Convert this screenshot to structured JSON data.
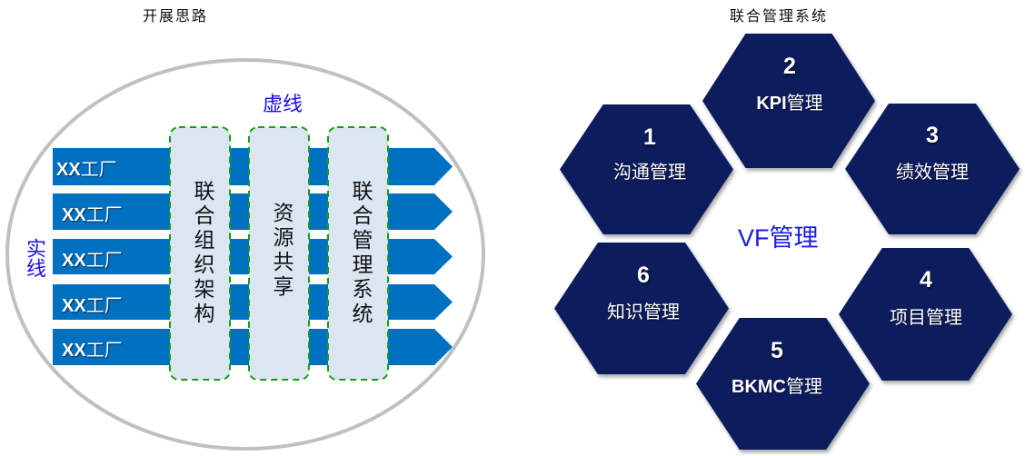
{
  "left_panel": {
    "title": "开展思路",
    "virtual_line_label": "虚线",
    "solid_line_label": "实线",
    "factories": [
      {
        "prefix": "XX",
        "suffix": "工厂"
      },
      {
        "prefix": "XX",
        "suffix": "工厂"
      },
      {
        "prefix": "XX",
        "suffix": "工厂"
      },
      {
        "prefix": "XX",
        "suffix": "工厂"
      },
      {
        "prefix": "XX",
        "suffix": "工厂"
      }
    ],
    "columns": [
      "联合组织架构",
      "资源共享",
      "联合管理系统"
    ]
  },
  "right_panel": {
    "title": "联合管理系统",
    "center": {
      "prefix": "VF",
      "suffix": "管理"
    },
    "hexagons": [
      {
        "num": "1",
        "en": "",
        "cn": "沟通管理"
      },
      {
        "num": "2",
        "en": "KPI",
        "cn": "管理"
      },
      {
        "num": "3",
        "en": "",
        "cn": "绩效管理"
      },
      {
        "num": "4",
        "en": "",
        "cn": "项目管理"
      },
      {
        "num": "5",
        "en": "BKMC",
        "cn": "管理"
      },
      {
        "num": "6",
        "en": "",
        "cn": "知识管理"
      }
    ]
  },
  "colors": {
    "arrow": "#0070c0",
    "column_fill": "#dce6f2",
    "column_border": "#12a012",
    "hexagon": "#0c1f5c",
    "ellipse": "#c0c0c0",
    "blue_text": "#1a0df0"
  }
}
